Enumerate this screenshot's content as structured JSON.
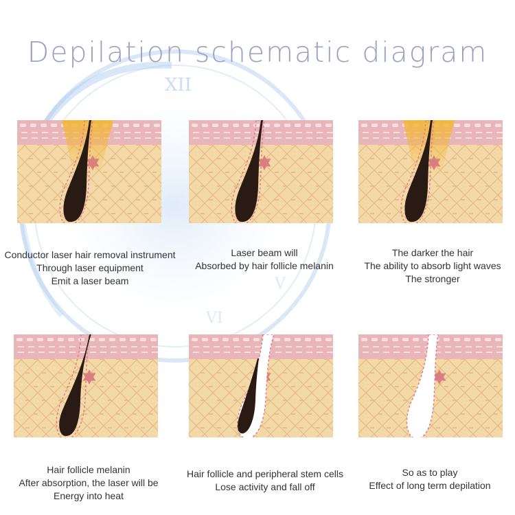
{
  "title": "Depilation schematic diagram",
  "colors": {
    "skin_top": "#e8b5b8",
    "skin_body": "#f3d9a8",
    "hair": "#2a1a14",
    "melanin_star": "#d97f7e",
    "laser": "#f2b73a",
    "title": "#9aa0bf"
  },
  "steps": [
    {
      "lines": [
        "Conductor laser hair removal instrument",
        "Through laser equipment",
        "Emit a laser beam"
      ],
      "laser": true,
      "hair": "bulb",
      "star": true
    },
    {
      "lines": [
        "Laser beam will",
        "Absorbed by hair follicle melanin"
      ],
      "laser": false,
      "hair": "bulb",
      "star": true
    },
    {
      "lines": [
        "The darker the hair",
        "The ability to absorb light waves",
        "The stronger"
      ],
      "laser": true,
      "hair": "bulb",
      "star": true
    },
    {
      "lines": [
        "Hair follicle melanin",
        "After absorption, the laser will be",
        "Energy into heat"
      ],
      "laser": false,
      "hair": "shrink",
      "star": true
    },
    {
      "lines": [
        "Hair follicle and peripheral stem cells",
        "Lose activity and fall off"
      ],
      "laser": false,
      "hair": "falling",
      "star": true
    },
    {
      "lines": [
        "So as to play",
        "Effect of long term depilation"
      ],
      "laser": false,
      "hair": "empty",
      "star": true
    }
  ]
}
